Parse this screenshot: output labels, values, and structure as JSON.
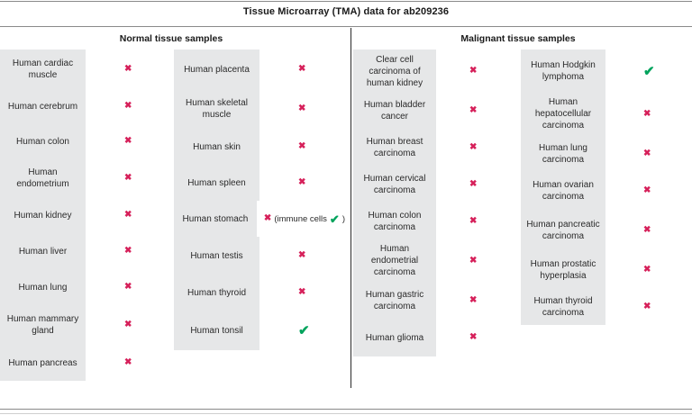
{
  "title": "Tissue Microarray (TMA) data for ab209236",
  "colors": {
    "negative": "#d6205a",
    "positive": "#00a35c",
    "label_bg": "#e6e7e8",
    "rule": "#8a8a8a"
  },
  "marks": {
    "negative_glyph": "✖",
    "positive_glyph": "✔"
  },
  "sections": [
    {
      "heading": "Normal tissue samples",
      "columns": [
        {
          "rows": [
            {
              "label": "Human cardiac muscle",
              "result": "negative",
              "height": 44
            },
            {
              "label": "Human cerebrum",
              "result": "negative",
              "height": 38
            },
            {
              "label": "Human colon",
              "result": "negative",
              "height": 40
            },
            {
              "label": "Human endometrium",
              "result": "negative",
              "height": 42
            },
            {
              "label": "Human kidney",
              "result": "negative",
              "height": 40
            },
            {
              "label": "Human liver",
              "result": "negative",
              "height": 40
            },
            {
              "label": "Human lung",
              "result": "negative",
              "height": 40
            },
            {
              "label": "Human mammary gland",
              "result": "negative",
              "height": 44
            },
            {
              "label": "Human pancreas",
              "result": "negative",
              "height": 40
            }
          ]
        },
        {
          "rows": [
            {
              "label": "Human placenta",
              "result": "negative",
              "height": 44
            },
            {
              "label": "Human skeletal muscle",
              "result": "negative",
              "height": 44
            },
            {
              "label": "Human skin",
              "result": "negative",
              "height": 40
            },
            {
              "label": "Human spleen",
              "result": "negative",
              "height": 40
            },
            {
              "label": "Human stomach",
              "result": "negative",
              "height": 40,
              "note": "(immune cells",
              "note_tail": ")"
            },
            {
              "label": "Human testis",
              "result": "negative",
              "height": 42
            },
            {
              "label": "Human thyroid",
              "result": "negative",
              "height": 40
            },
            {
              "label": "Human tonsil",
              "result": "positive",
              "height": 44
            }
          ]
        }
      ]
    },
    {
      "heading": "Malignant tissue samples",
      "columns": [
        {
          "rows": [
            {
              "label": "Clear cell carcinoma of human kidney",
              "result": "negative",
              "height": 48
            },
            {
              "label": "Human bladder cancer",
              "result": "negative",
              "height": 40
            },
            {
              "label": "Human breast carcinoma",
              "result": "negative",
              "height": 41
            },
            {
              "label": "Human cervical carcinoma",
              "result": "negative",
              "height": 41
            },
            {
              "label": "Human colon carcinoma",
              "result": "negative",
              "height": 41
            },
            {
              "label": "Human endometrial carcinoma",
              "result": "negative",
              "height": 47
            },
            {
              "label": "Human gastric carcinoma",
              "result": "negative",
              "height": 41
            },
            {
              "label": "Human glioma",
              "result": "negative",
              "height": 42
            }
          ]
        },
        {
          "rows": [
            {
              "label": "Human Hodgkin lymphoma",
              "result": "positive",
              "height": 48
            },
            {
              "label": "Human hepatocellular carcinoma",
              "result": "negative",
              "height": 47
            },
            {
              "label": "Human lung carcinoma",
              "result": "negative",
              "height": 41
            },
            {
              "label": "Human ovarian carcinoma",
              "result": "negative",
              "height": 41
            },
            {
              "label": "Human pancreatic carcinoma",
              "result": "negative",
              "height": 47
            },
            {
              "label": "Human prostatic hyperplasia",
              "result": "negative",
              "height": 41
            },
            {
              "label": "Human thyroid carcinoma",
              "result": "negative",
              "height": 41
            }
          ]
        }
      ]
    }
  ]
}
